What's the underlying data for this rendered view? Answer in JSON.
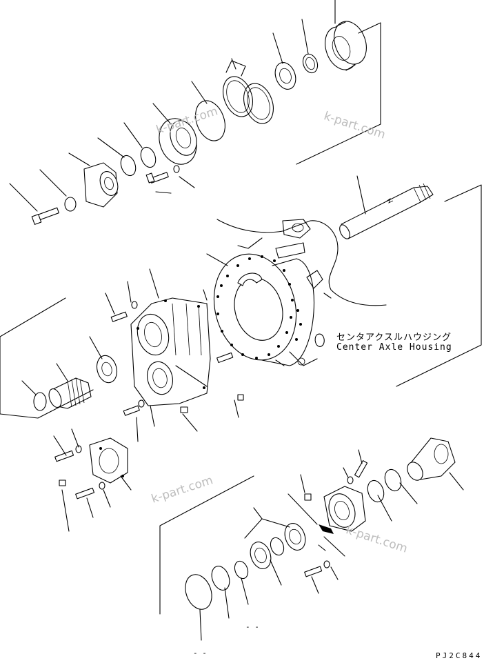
{
  "housing_label": {
    "japanese": "センタアクスルハウジング",
    "english": "Center Axle Housing"
  },
  "watermarks": [
    "k-part.com",
    "k-part.com",
    "k-part.com",
    "k-part.com"
  ],
  "drawing_code": "PJ2C844",
  "dash_marks": [
    "- -",
    "- -"
  ]
}
